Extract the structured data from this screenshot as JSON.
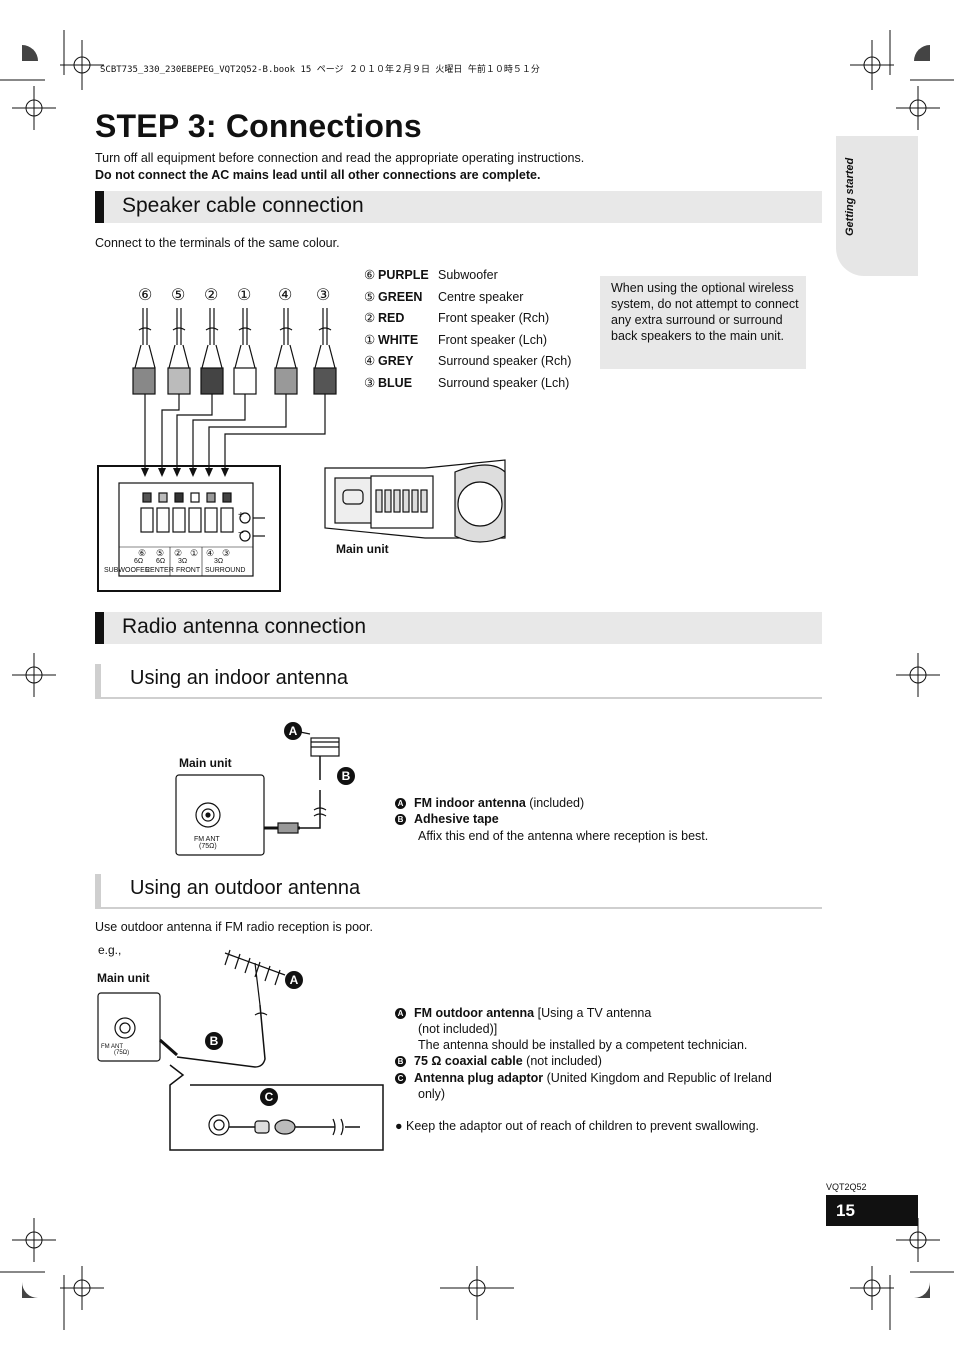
{
  "header": {
    "file_line": "SCBT735_330_230EBEPEG_VQT2Q52-B.book  15 ページ  ２０１０年２月９日  火曜日  午前１０時５１分"
  },
  "side_tab": {
    "label": "Getting started"
  },
  "page": {
    "title": "STEP 3: Connections",
    "intro": "Turn off all equipment before connection and read the appropriate operating instructions.",
    "warning": "Do not connect the AC mains lead until all other connections are complete.",
    "code": "VQT2Q52",
    "number": "15"
  },
  "speaker": {
    "heading": "Speaker cable connection",
    "instruction": "Connect to the terminals of the same colour.",
    "legend": [
      {
        "num": "⑥",
        "color": "PURPLE",
        "desc": "Subwoofer"
      },
      {
        "num": "⑤",
        "color": "GREEN",
        "desc": "Centre speaker"
      },
      {
        "num": "②",
        "color": "RED",
        "desc": "Front speaker (Rch)"
      },
      {
        "num": "①",
        "color": "WHITE",
        "desc": "Front speaker (Lch)"
      },
      {
        "num": "④",
        "color": "GREY",
        "desc": "Surround speaker (Rch)"
      },
      {
        "num": "③",
        "color": "BLUE",
        "desc": "Surround speaker (Lch)"
      }
    ],
    "plug_numbers": [
      "⑥",
      "⑤",
      "②",
      "①",
      "④",
      "③"
    ],
    "note": "When using the optional wireless system, do not attempt to connect any extra surround or surround back speakers to the main unit.",
    "terminal_labels": {
      "nums": [
        "⑥",
        "⑤",
        "②",
        "①",
        "④",
        "③"
      ],
      "ohm1": "6Ω",
      "ohm2": "6Ω",
      "ohm3": "3Ω",
      "ohm4": "3Ω",
      "sub": "SUBWOOFER",
      "center": "CENTER",
      "front": "FRONT",
      "surround": "SURROUND",
      "plus": "+",
      "minus": "−"
    },
    "main_unit_label": "Main unit"
  },
  "antenna": {
    "heading": "Radio antenna connection",
    "indoor": {
      "heading": "Using an indoor antenna",
      "main_unit_label": "Main unit",
      "fm_ant": "FM ANT",
      "ohm": "(75Ω)",
      "items": [
        {
          "badge": "A",
          "bold": "FM indoor antenna",
          "rest": " (included)"
        },
        {
          "badge": "B",
          "bold": "Adhesive tape",
          "rest": ""
        }
      ],
      "affix": "Affix this end of the antenna where reception is best."
    },
    "outdoor": {
      "heading": "Using an outdoor antenna",
      "instruction": "Use outdoor antenna if FM radio reception is poor.",
      "eg": "e.g.,",
      "main_unit_label": "Main unit",
      "fm_ant": "FM ANT",
      "ohm": "(75Ω)",
      "item_a_bold": "FM outdoor antenna",
      "item_a_rest": " [Using a TV antenna",
      "item_a_line2": "(not included)]",
      "item_a_line3": "The antenna should be installed by a competent technician.",
      "item_b_bold": "75 Ω coaxial cable",
      "item_b_rest": " (not included)",
      "item_c_bold": "Antenna plug adaptor",
      "item_c_rest": " (United Kingdom and Republic of Ireland",
      "item_c_line2": "only)",
      "bullet": "● Keep the adaptor out of reach of children to prevent swallowing."
    }
  },
  "callouts": {
    "a": "A",
    "b": "B",
    "c": "C"
  },
  "colors": {
    "section_bg": "#e8e8e8",
    "bar": "#111111",
    "sub_rule": "#cfcfcf"
  }
}
